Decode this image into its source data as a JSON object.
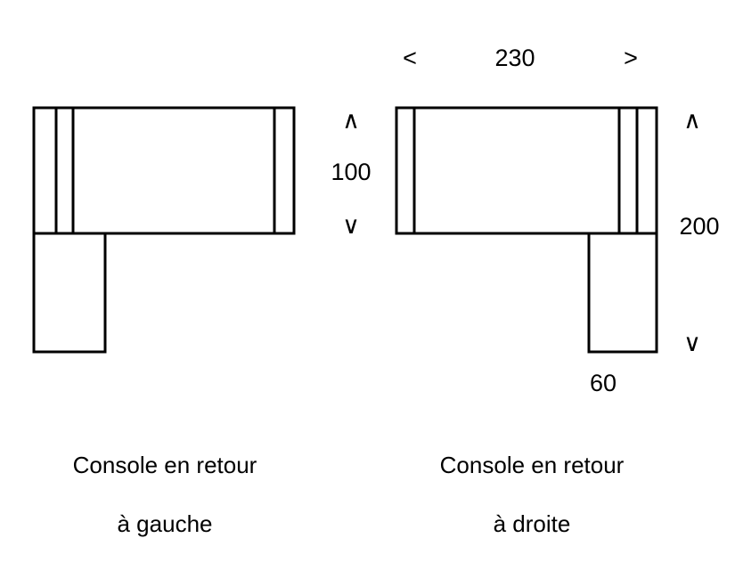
{
  "drawing": {
    "title": "Console en retour",
    "background_color": "#ffffff",
    "stroke_color": "#000000",
    "fill_color": "#ffffff",
    "stroke_width": 3
  },
  "dimensions": {
    "width_top": {
      "value": "230",
      "left_arrow": "<",
      "right_arrow": ">"
    },
    "depth_middle": {
      "value": "100",
      "up_arrow": "∧",
      "down_arrow": "∨"
    },
    "height_right": {
      "value": "200",
      "up_arrow": "∧",
      "down_arrow": "∨"
    },
    "leg_width": {
      "value": "60"
    }
  },
  "shapes": {
    "left": {
      "caption_line1": "Console en retour",
      "caption_line2": "à gauche",
      "name": "console-left"
    },
    "right": {
      "caption_line1": "Console en retour",
      "caption_line2": "à droite",
      "name": "console-right"
    }
  }
}
